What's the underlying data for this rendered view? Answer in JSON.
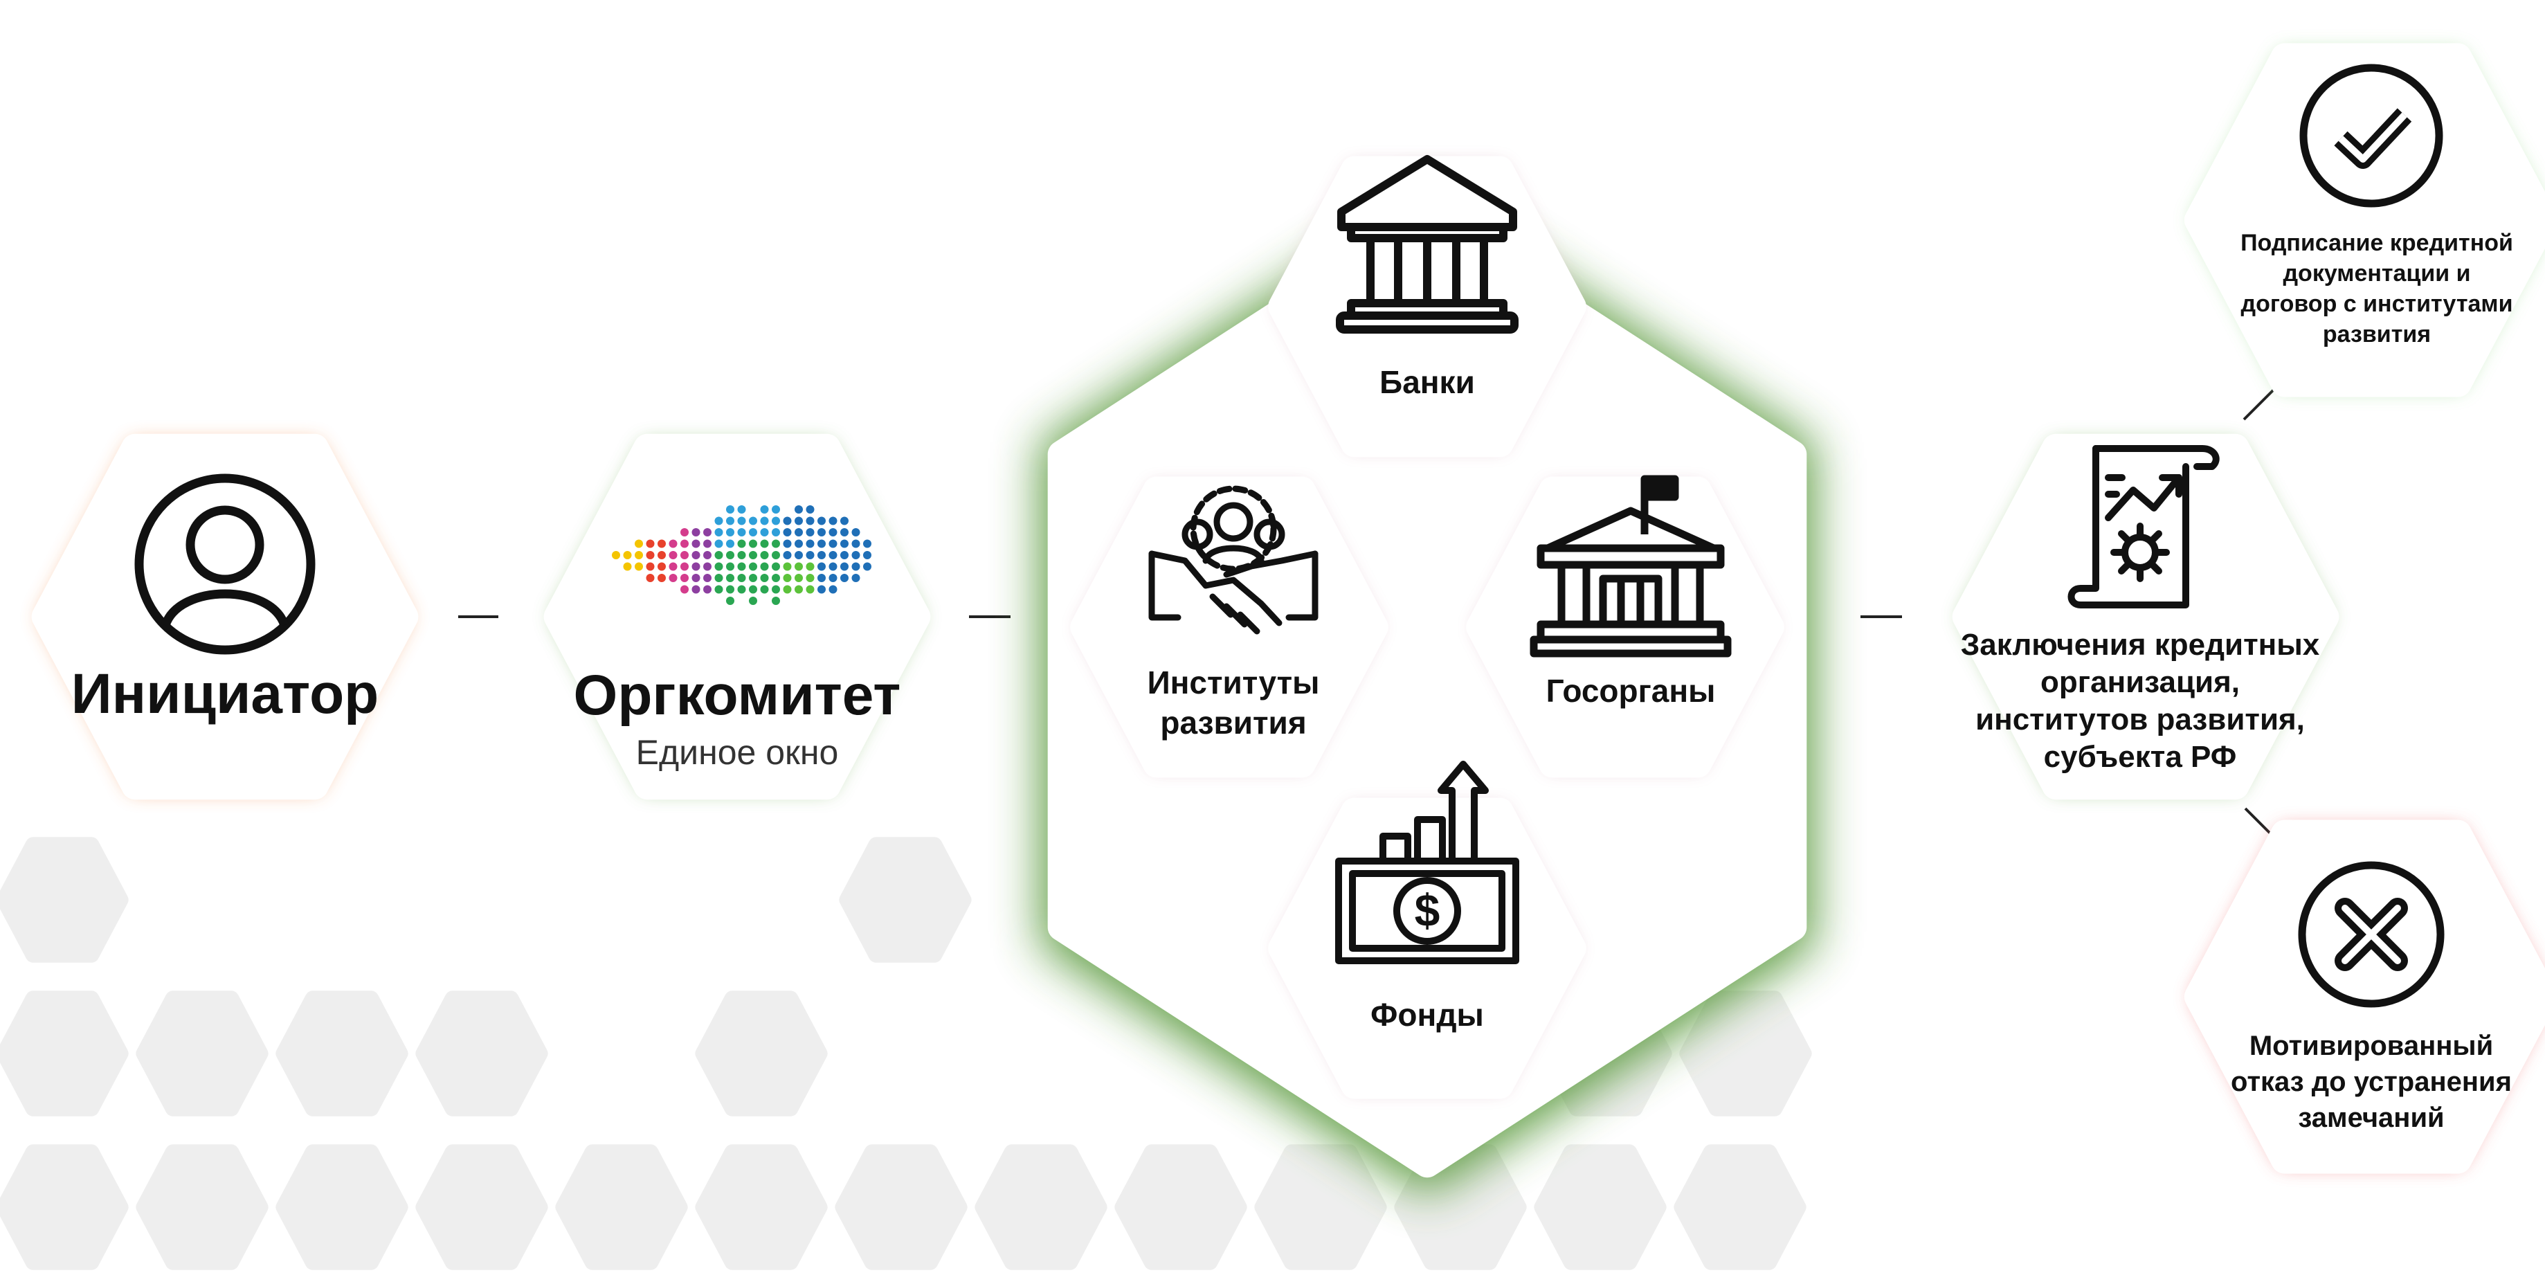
{
  "colors": {
    "initiator_glow": "#f4a06a",
    "orgcom_glow": "#8fbf7a",
    "center_glow": "#5a9a3c",
    "inner_glow": "#d9b3c3",
    "result_glow": "#8fbf7a",
    "approve_glow": "#9fdc94",
    "reject_glow": "#ef7777",
    "bg_hex": "#eeeeee"
  },
  "nodes": {
    "initiator": {
      "label": "Инициатор",
      "icon": "user-icon"
    },
    "orgcom": {
      "label": "Оргкомитет",
      "sublabel": "Единое окно",
      "icon": "russia-map-logo"
    },
    "banks": {
      "label": "Банки",
      "icon": "bank-icon"
    },
    "institutes": {
      "label_line1": "Институты",
      "label_line2": "развития",
      "icon": "handshake-team-icon"
    },
    "gov": {
      "label": "Госорганы",
      "icon": "government-building-icon"
    },
    "funds": {
      "label": "Фонды",
      "icon": "money-growth-icon"
    },
    "conclusions": {
      "line1": "Заключения кредитных",
      "line2": "организация,",
      "line3": "институтов развития,",
      "line4": "субъекта РФ",
      "icon": "document-chart-gear-icon"
    },
    "approve": {
      "line1": "Подписание кредитной",
      "line2": "документации и",
      "line3": "договор с институтами",
      "line4": "развития",
      "icon": "check-circle-icon"
    },
    "reject": {
      "line1": "Мотивированный",
      "line2": "отказ до устранения",
      "line3": "замечаний",
      "icon": "x-circle-icon"
    }
  }
}
